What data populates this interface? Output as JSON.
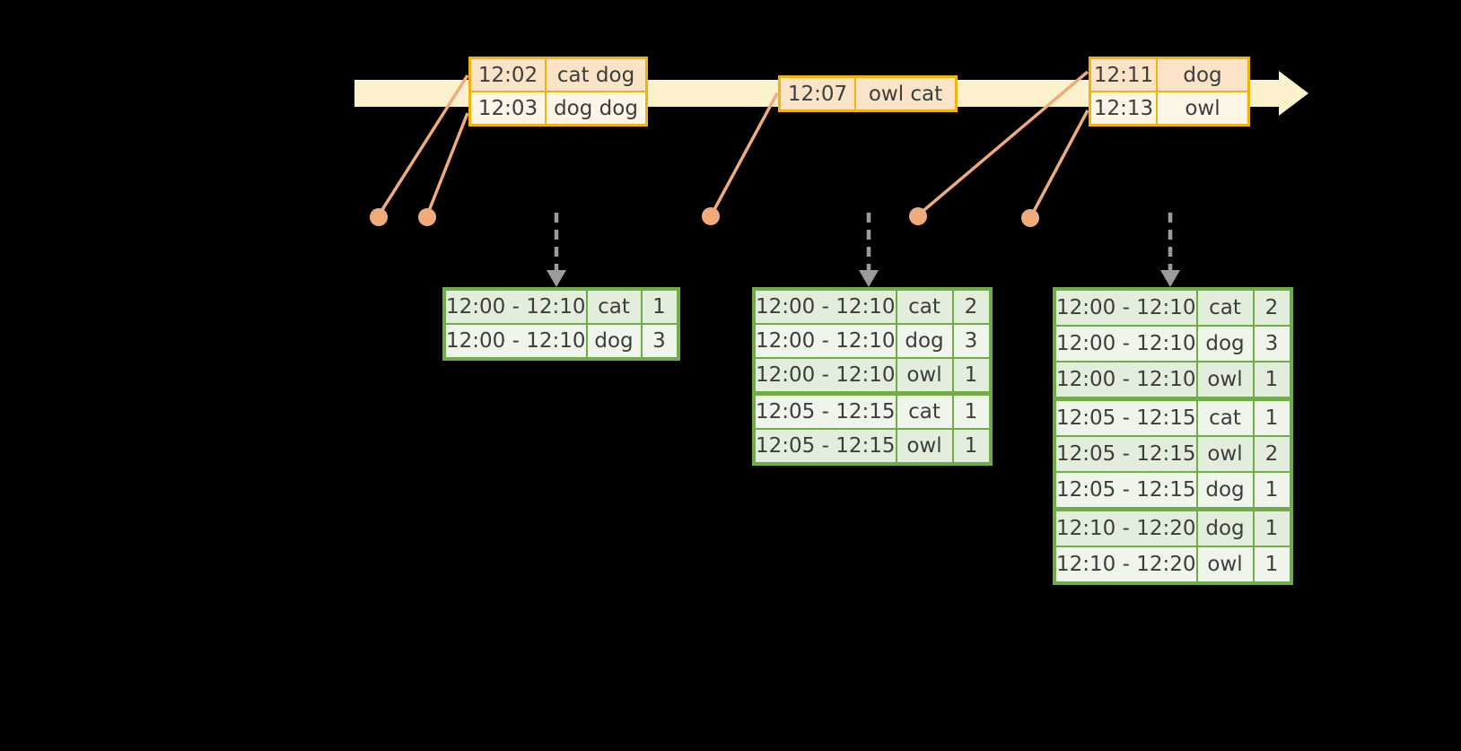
{
  "colors": {
    "background": "#000000",
    "timeline_fill": "#FBF1CD",
    "event_border": "#F0B310",
    "event_fill_dark": "#FAE3C6",
    "event_fill_light": "#FDF5E5",
    "leader": "#F0AB7C",
    "trigger_arrow": "#9B9B9B",
    "result_border": "#70AC47",
    "result_fill_dark": "#E3EDDB",
    "result_fill_light": "#EFF5EB",
    "text": "#3d3d3d"
  },
  "timeline": {
    "event_tables": [
      {
        "rows": [
          {
            "time": "12:02",
            "words": "cat dog"
          },
          {
            "time": "12:03",
            "words": "dog dog"
          }
        ]
      },
      {
        "rows": [
          {
            "time": "12:07",
            "words": "owl cat"
          }
        ]
      },
      {
        "rows": [
          {
            "time": "12:11",
            "words": "dog"
          },
          {
            "time": "12:13",
            "words": "owl"
          }
        ]
      }
    ]
  },
  "result_tables": [
    {
      "group_breaks": [],
      "rows": [
        [
          "12:00 - 12:10",
          "cat",
          "1"
        ],
        [
          "12:00 - 12:10",
          "dog",
          "3"
        ]
      ]
    },
    {
      "group_breaks": [
        3
      ],
      "rows": [
        [
          "12:00 - 12:10",
          "cat",
          "2"
        ],
        [
          "12:00 - 12:10",
          "dog",
          "3"
        ],
        [
          "12:00 - 12:10",
          "owl",
          "1"
        ],
        [
          "12:05 - 12:15",
          "cat",
          "1"
        ],
        [
          "12:05 - 12:15",
          "owl",
          "1"
        ]
      ]
    },
    {
      "group_breaks": [
        3,
        6
      ],
      "rows": [
        [
          "12:00 - 12:10",
          "cat",
          "2"
        ],
        [
          "12:00 - 12:10",
          "dog",
          "3"
        ],
        [
          "12:00 - 12:10",
          "owl",
          "1"
        ],
        [
          "12:05 - 12:15",
          "cat",
          "1"
        ],
        [
          "12:05 - 12:15",
          "owl",
          "2"
        ],
        [
          "12:05 - 12:15",
          "dog",
          "1"
        ],
        [
          "12:10 - 12:20",
          "dog",
          "1"
        ],
        [
          "12:10 - 12:20",
          "owl",
          "1"
        ]
      ]
    }
  ]
}
